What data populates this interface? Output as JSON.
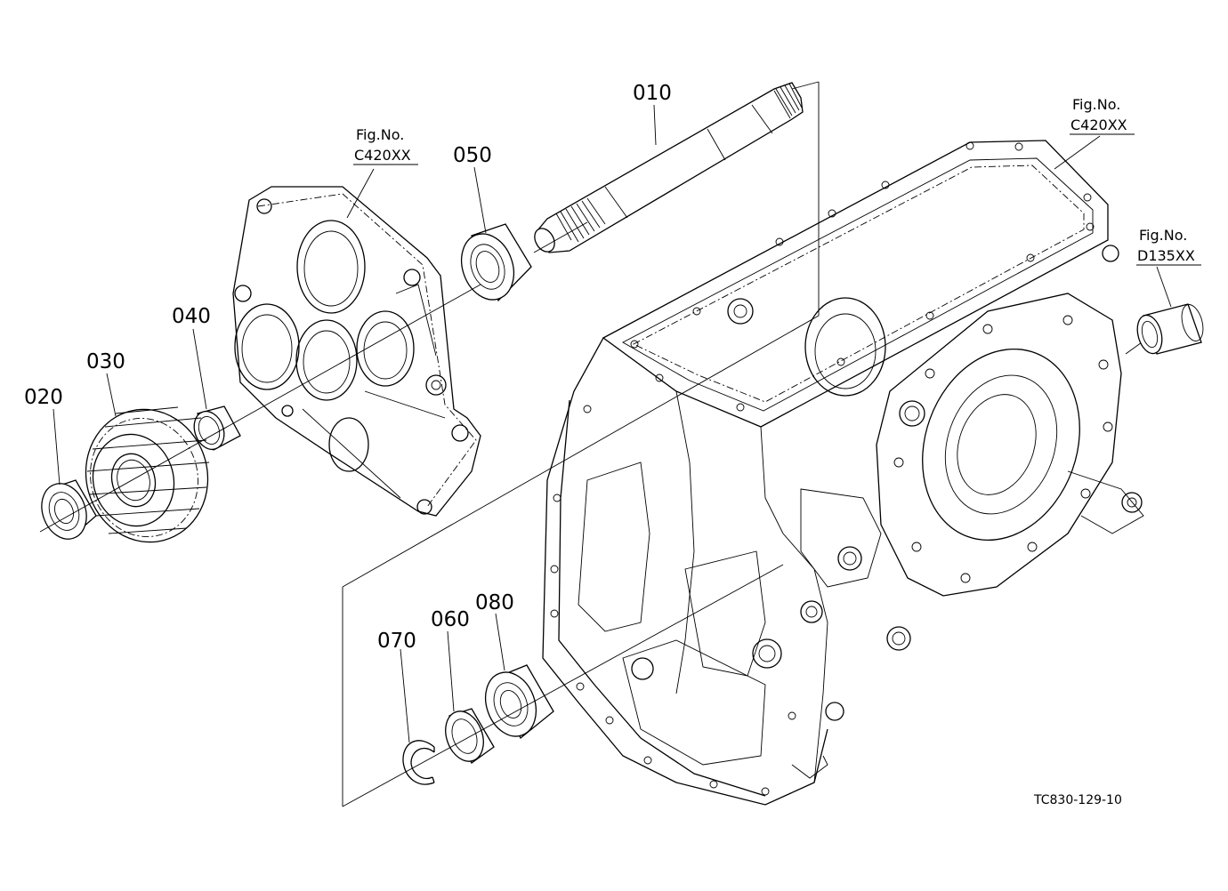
{
  "parts": [
    {
      "id": "p010",
      "number": "010"
    },
    {
      "id": "p020",
      "number": "020"
    },
    {
      "id": "p030",
      "number": "030"
    },
    {
      "id": "p040",
      "number": "040"
    },
    {
      "id": "p050",
      "number": "050"
    },
    {
      "id": "p060",
      "number": "060"
    },
    {
      "id": "p070",
      "number": "070"
    },
    {
      "id": "p080",
      "number": "080"
    }
  ],
  "fig_refs": [
    {
      "id": "ref_left",
      "label": "Fig.No.",
      "code": "C420XX"
    },
    {
      "id": "ref_right",
      "label": "Fig.No.",
      "code": "C420XX"
    },
    {
      "id": "ref_bushing",
      "label": "Fig.No.",
      "code": "D135XX"
    }
  ],
  "drawing_code": "TC830-129-10"
}
